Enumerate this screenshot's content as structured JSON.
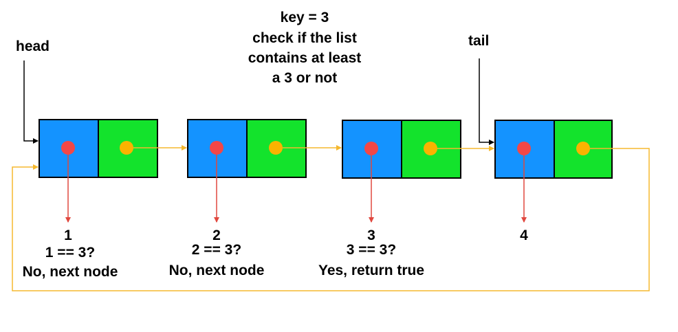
{
  "header": {
    "lines": [
      "key = 3",
      "check if the list",
      "contains at least",
      "a 3 or not"
    ]
  },
  "pointers": {
    "head_label": "head",
    "tail_label": "tail"
  },
  "nodes": [
    {
      "value": "1",
      "lines": [
        "1 == 3?",
        "No, next node"
      ]
    },
    {
      "value": "2",
      "lines": [
        "2 == 3?",
        "No, next node"
      ]
    },
    {
      "value": "3",
      "lines": [
        "3 == 3?",
        "Yes, return true"
      ]
    },
    {
      "value": "4",
      "lines": []
    }
  ],
  "colors": {
    "data_cell": "#1493ff",
    "next_cell": "#13e32c",
    "data_dot": "#f24747",
    "next_dot": "#fab300",
    "link": "#f5b82e",
    "value_arrow": "#e0473e"
  }
}
